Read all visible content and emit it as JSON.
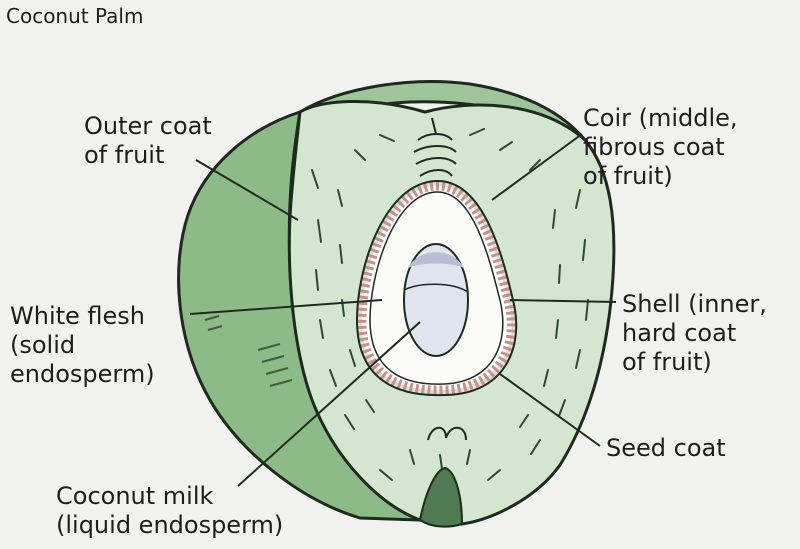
{
  "title": "Coconut Palm",
  "labels": {
    "outer_coat": "Outer coat\nof fruit",
    "coir": "Coir (middle,\nfibrous coat\nof fruit)",
    "white_flesh": "White flesh\n(solid\nendosperm)",
    "shell": "Shell (inner,\nhard coat\nof fruit)",
    "seed_coat": "Seed coat",
    "coconut_milk": "Coconut milk\n(liquid endosperm)"
  },
  "colors": {
    "background": "#f1f2ef",
    "husk_outer": "#9fc59a",
    "husk_side": "#8dbb88",
    "coir": "#d4e6cf",
    "shell_dots": "#c98f8f",
    "flesh": "#fbfbf8",
    "milk": "#dfe4ef",
    "outline": "#1e2a1e"
  }
}
